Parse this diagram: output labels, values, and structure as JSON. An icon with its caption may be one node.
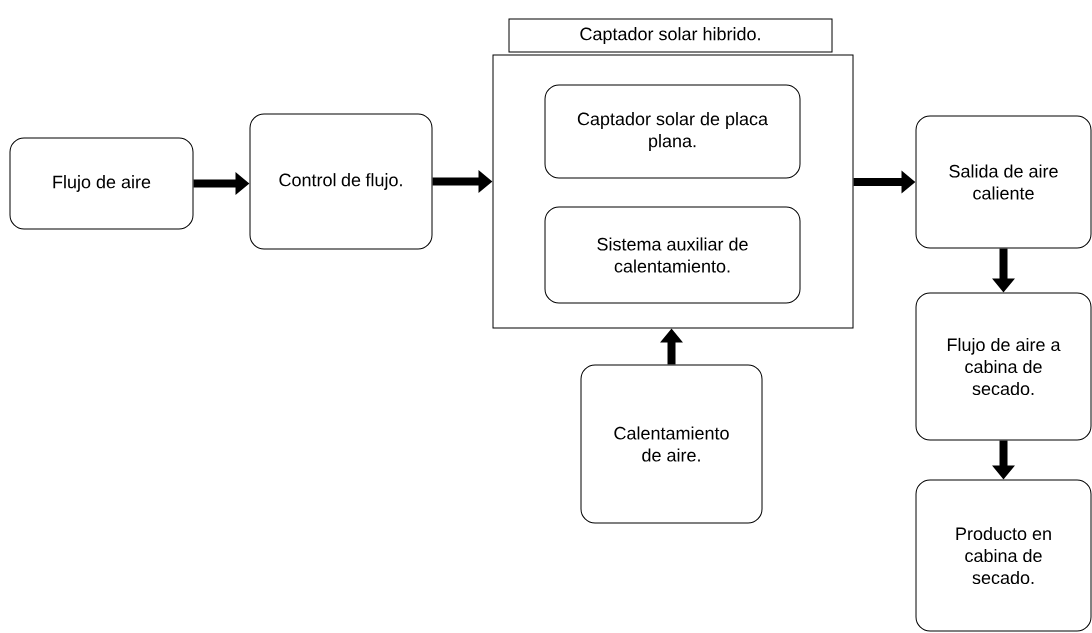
{
  "diagram": {
    "nodes": [
      {
        "text": [
          "Flujo de aire"
        ]
      },
      {
        "text": [
          "Control de flujo."
        ]
      },
      {
        "text": [
          "Captador solar hibrido."
        ]
      },
      {
        "text": [
          "Captador solar de placa plana."
        ],
        "in": 2
      },
      {
        "text": [
          "Sistema auxiliar de calentamiento."
        ],
        "in": 2
      },
      {
        "text": [
          "Calentamiento de aire."
        ]
      },
      {
        "text": [
          "Salida de aire caliente"
        ]
      },
      {
        "text": [
          "Flujo de aire a cabina de secado."
        ]
      },
      {
        "text": [
          "Producto en cabina de secado."
        ]
      }
    ],
    "edges": [
      {
        "from": 0,
        "to": 1,
        "arrow": "to"
      },
      {
        "from": 1,
        "to": 2,
        "arrow": "to"
      },
      {
        "from": 2,
        "to": 6,
        "arrow": "to"
      },
      {
        "from": 5,
        "to": 2,
        "arrow": "to"
      },
      {
        "from": 6,
        "to": 7,
        "arrow": "to"
      },
      {
        "from": 7,
        "to": 8,
        "arrow": "to"
      }
    ]
  }
}
